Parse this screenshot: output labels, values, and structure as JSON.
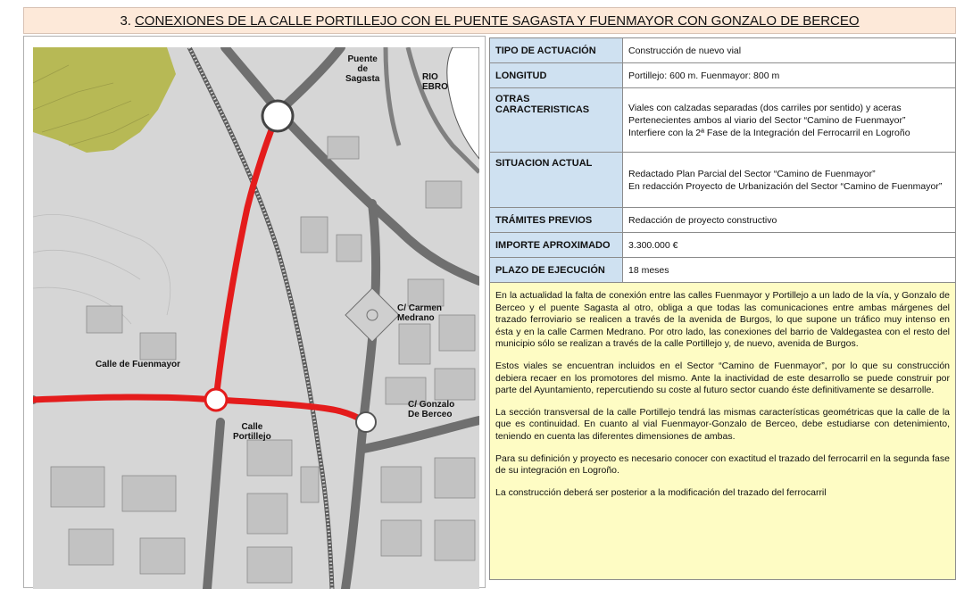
{
  "title": {
    "number": "3.",
    "text": "CONEXIONES DE LA CALLE PORTILLEJO CON EL PUENTE SAGASTA Y FUENMAYOR CON GONZALO DE BERCEO"
  },
  "map": {
    "labels": {
      "puente": "Puente\nde\nSagasta",
      "rio": "RIO\nEBRO",
      "carmen": "C/ Carmen\nMedrano",
      "fuenmayor": "Calle de Fuenmayor",
      "gonzalo": "C/ Gonzalo\nDe Berceo",
      "portillejo": "Calle\nPortillejo"
    },
    "colors": {
      "route": "#e41c1c",
      "background": "#d4d4d4",
      "green_area": "#b7b955",
      "river": "#ffffff"
    }
  },
  "table": {
    "rows": [
      {
        "label": "TIPO DE ACTUACIÓN",
        "values": [
          "Construcción de nuevo vial"
        ]
      },
      {
        "label": "LONGITUD",
        "values": [
          "Portillejo: 600 m. Fuenmayor: 800 m"
        ]
      },
      {
        "label": "OTRAS CARACTERISTICAS",
        "values": [
          "Viales con calzadas separadas (dos carriles por sentido) y aceras",
          "Pertenecientes ambos al viario del Sector “Camino de Fuenmayor”",
          "Interfiere con la 2ª Fase de la Integración del Ferrocarril en Logroño"
        ]
      },
      {
        "label": "SITUACION ACTUAL",
        "values": [
          "Redactado Plan Parcial del Sector “Camino de Fuenmayor”",
          "En redacción Proyecto de Urbanización del Sector “Camino de Fuenmayor”"
        ]
      },
      {
        "label": "TRÁMITES PREVIOS",
        "values": [
          "Redacción de proyecto constructivo"
        ]
      },
      {
        "label": "IMPORTE APROXIMADO",
        "values": [
          "3.300.000 €"
        ]
      },
      {
        "label": "PLAZO DE EJECUCIÓN",
        "values": [
          "18 meses"
        ]
      }
    ]
  },
  "description": [
    "En la actualidad la falta de conexión entre las calles Fuenmayor y Portillejo a un lado de la vía, y Gonzalo de Berceo y el puente Sagasta al otro, obliga a que todas las comunicaciones entre ambas márgenes del trazado ferroviario se realicen a través de la avenida de Burgos, lo que supone un tráfico muy intenso en ésta y en la calle Carmen Medrano. Por otro lado, las conexiones del barrio de Valdegastea con el resto del municipio sólo se realizan a través de la calle Portillejo y, de nuevo, avenida de Burgos.",
    "Estos viales se encuentran incluidos en el Sector “Camino de Fuenmayor”, por lo que su construcción debiera recaer en los promotores del mismo. Ante la inactividad de este desarrollo se puede construir por parte del Ayuntamiento, repercutiendo su coste al futuro sector cuando éste definitivamente se desarrolle.",
    "La sección transversal de la calle Portillejo tendrá las mismas características geométricas que la calle de la que es continuidad. En cuanto al vial Fuenmayor-Gonzalo de Berceo, debe estudiarse con detenimiento, teniendo en cuenta las diferentes dimensiones de ambas.",
    "Para su definición y proyecto es necesario conocer con exactitud el trazado del ferrocarril en la segunda fase de su integración en Logroño.",
    "La construcción deberá ser posterior a la modificación del trazado del ferrocarril"
  ]
}
